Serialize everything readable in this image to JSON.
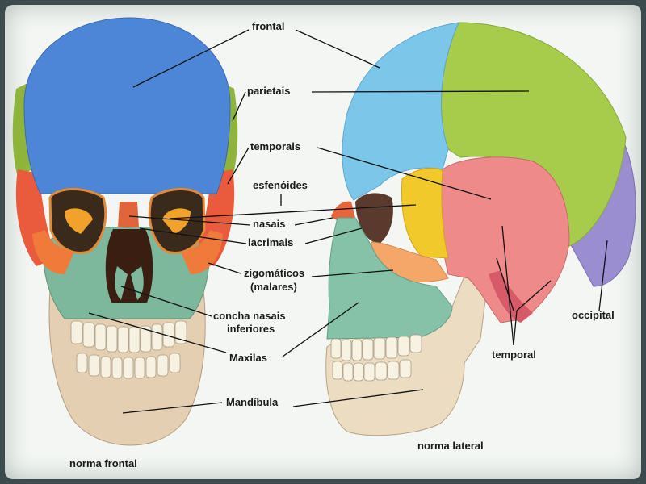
{
  "labels": {
    "frontal": "frontal",
    "parietais": "parietais",
    "temporais": "temporais",
    "esfenoides": "esfenóides",
    "nasais": "nasais",
    "lacrimais": "lacrimais",
    "zigomaticos": "zigomáticos",
    "malares": "(malares)",
    "concha1": "concha nasais",
    "concha2": "inferiores",
    "maxilas": "Maxilas",
    "mandibula": "Mandíbula",
    "occipital": "occipital",
    "temporal": "temporal"
  },
  "captions": {
    "frontal_view": "norma frontal",
    "lateral_view": "norma lateral"
  },
  "colors": {
    "frontal_bone": "#4f86d6",
    "parietal_frontview": "#8cb13a",
    "parietal_lateral": "#a6cc4a",
    "frontal_lateral": "#7cc4e8",
    "temporal": "#ef8a8a",
    "sphenoid": "#f2c92a",
    "zygomatic": "#f0843c",
    "maxilla": "#7bb39a",
    "mandible": "#e9d5b9",
    "occipital": "#9a8ed0",
    "nasal": "#e0643c"
  }
}
